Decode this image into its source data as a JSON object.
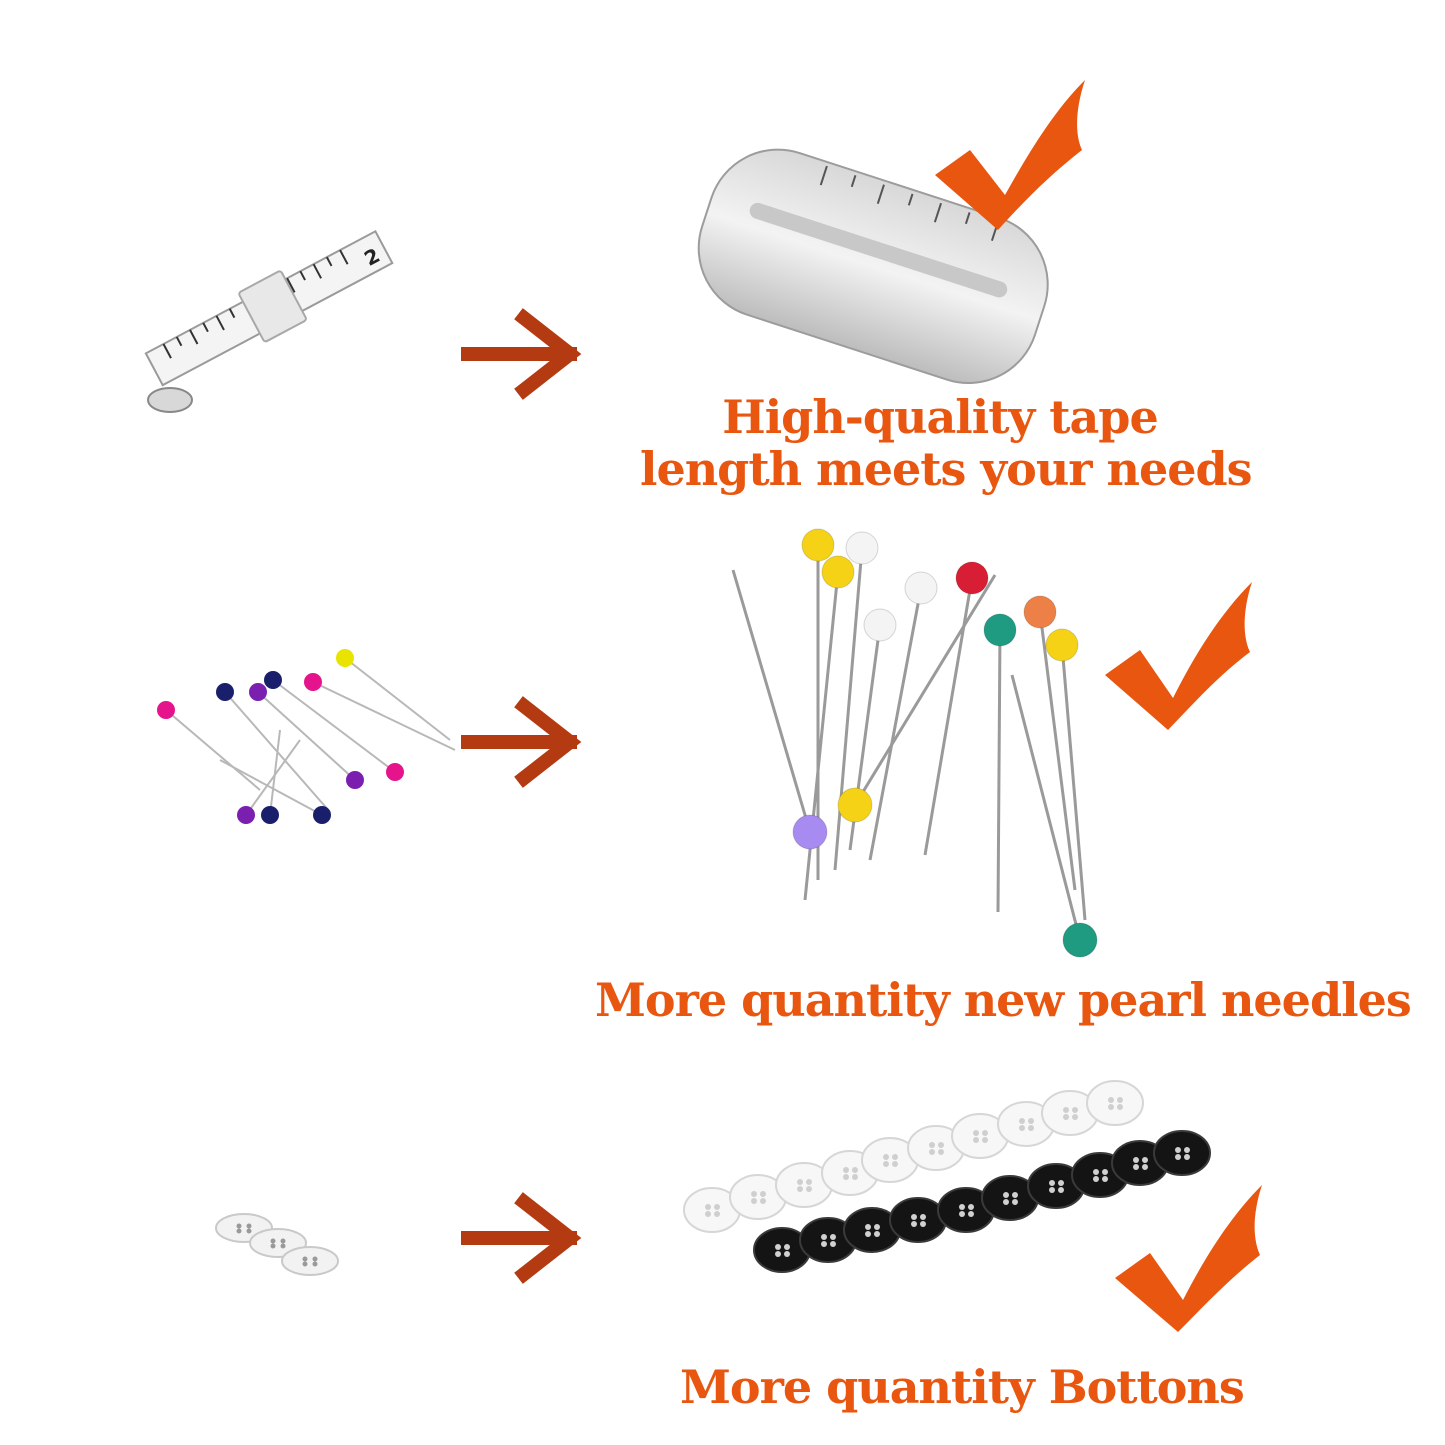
{
  "colors": {
    "accent": "#e8560f",
    "arrow": "#b43a12",
    "background": "#ffffff"
  },
  "rows": [
    {
      "id": "tape",
      "caption_lines": [
        "High-quality tape",
        "length meets your needs"
      ],
      "small_item": "rolled-tape-measure",
      "large_item": "wound-tape-measure",
      "mark_icon": "checkmark-icon",
      "tape_number": "2"
    },
    {
      "id": "pins",
      "caption_lines": [
        "More quantity new pearl needles"
      ],
      "small_item": "pearl-pins-small",
      "large_item": "pearl-pins-large",
      "mark_icon": "checkmark-icon"
    },
    {
      "id": "buttons",
      "caption_lines": [
        "More quantity Bottons"
      ],
      "small_item": "three-white-buttons",
      "large_item": "button-rows",
      "mark_icon": "checkmark-icon"
    }
  ]
}
